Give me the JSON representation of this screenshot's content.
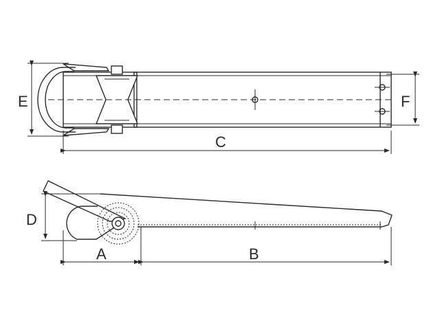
{
  "colors": {
    "line": "#2a2a2a",
    "background": "#ffffff"
  },
  "dimensions": {
    "A": "A",
    "B": "B",
    "C": "C",
    "D": "D",
    "E": "E",
    "F": "F"
  }
}
